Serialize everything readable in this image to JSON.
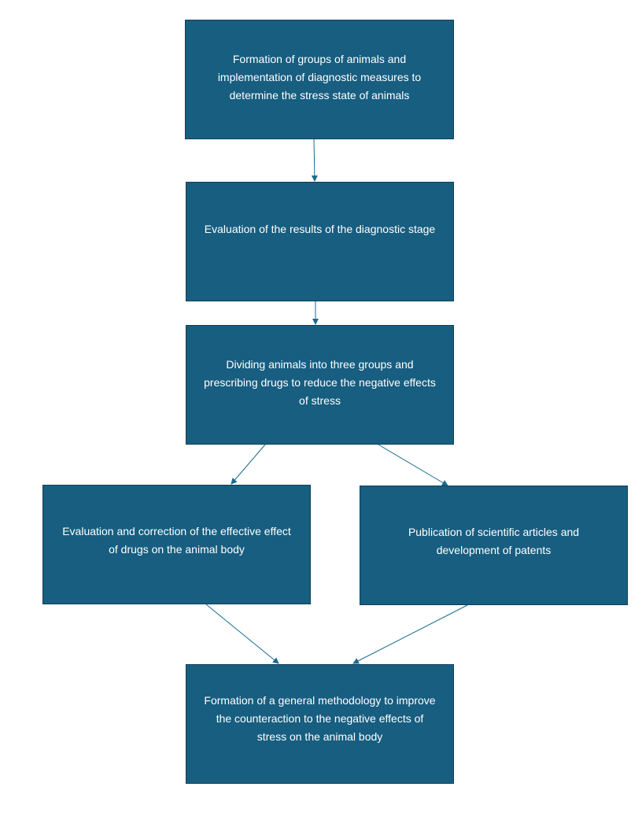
{
  "flowchart": {
    "steps": [
      {
        "text": "Formation of groups of animals and implementation of diagnostic measures to determine the stress state of animals"
      },
      {
        "text": "Evaluation of the results of the diagnostic stage"
      },
      {
        "text": "Dividing animals into three groups and prescribing drugs to reduce the negative effects of stress"
      },
      {
        "text": "Evaluation and correction of the effective effect of drugs on the animal body"
      },
      {
        "text": "Publication of scientific articles and development of patents"
      },
      {
        "text": "Formation of a general methodology to improve the counteraction to the negative effects of stress on the animal body"
      }
    ],
    "colors": {
      "box_fill": "#175e80",
      "box_border": "#0f3f56",
      "box_text": "#ffffff",
      "connector": "#1b6a8f"
    }
  }
}
